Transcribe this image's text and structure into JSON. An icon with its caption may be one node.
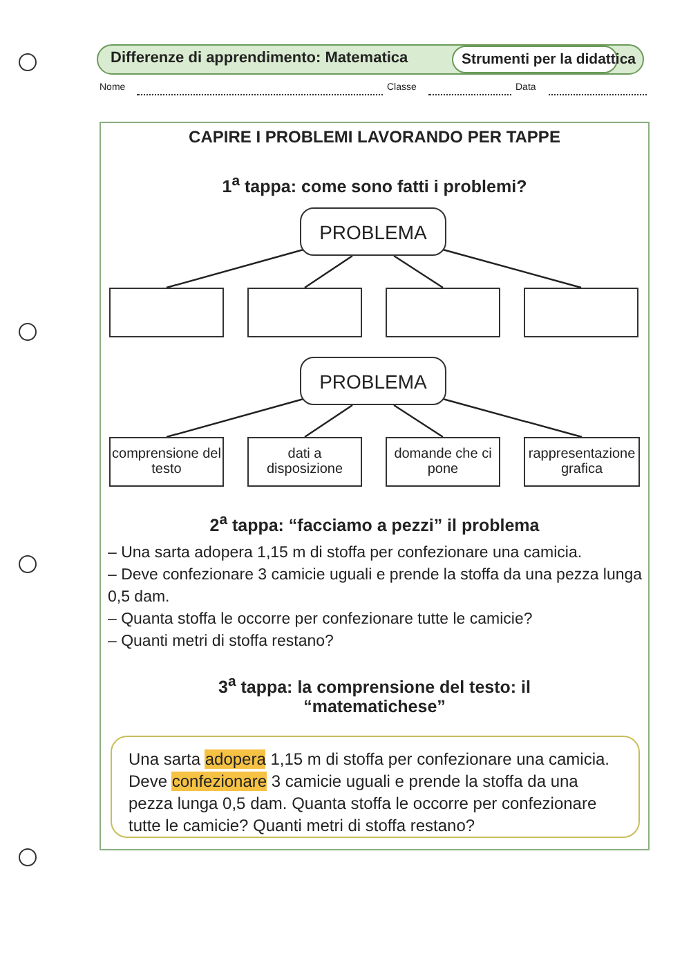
{
  "diagram": {
    "title": "CAPIRE I PROBLEMI LAVORANDO PER TAPPE",
    "nodes": [
      {
        "text": [
          "PROBLEMA"
        ]
      },
      {
        "text": [],
        "shape": "box"
      },
      {
        "text": [],
        "shape": "box"
      },
      {
        "text": [],
        "shape": "box"
      },
      {
        "text": [],
        "shape": "box"
      },
      {
        "text": [
          "PROBLEMA"
        ]
      },
      {
        "text": [
          "comprensione del testo"
        ]
      },
      {
        "text": [
          "dati a disposizione"
        ]
      },
      {
        "text": [
          "domande che ci pone"
        ]
      },
      {
        "text": [
          "rappresentazione grafica"
        ]
      },
      {
        "text": [
          "Una sarta **adopera** 1,15 m di stoffa per confezionare una camicia. Deve **confezionare** 3 camicie uguali e prende la stoffa da una pezza lunga 0,5 dam. Quanta stoffa le occorre per confezionare tutte le camicie? Quanti metri di stoffa restano?"
        ]
      }
    ],
    "edges": [
      {
        "from": 0,
        "to": 1,
        "arrow": "none"
      },
      {
        "from": 0,
        "to": 2,
        "arrow": "none"
      },
      {
        "from": 0,
        "to": 3,
        "arrow": "none"
      },
      {
        "from": 0,
        "to": 4,
        "arrow": "none"
      },
      {
        "from": 5,
        "to": 6,
        "arrow": "none"
      },
      {
        "from": 5,
        "to": 7,
        "arrow": "none"
      },
      {
        "from": 5,
        "to": 8,
        "arrow": "none"
      },
      {
        "from": 5,
        "to": 9,
        "arrow": "none"
      }
    ],
    "labels": [
      "Differenze di apprendimento: Matematica",
      "Strumenti per la didattica",
      "Nome",
      "Classe",
      "Data",
      "1$^{a}$ tappa: come sono fatti i problemi?",
      "2$^{a}$ tappa: “facciamo a pezzi” il problema",
      "– Una sarta adopera 1,15 m di stoffa per confezionare una camicia.",
      "– Deve confezionare 3 camicie uguali e prende la stoffa da una pezza lunga 0,5 dam.",
      "– Quanta stoffa le occorre per confezionare tutte le camicie?",
      "– Quanti metri di stoffa restano?",
      "3$^{a}$ tappa: la comprensione del testo: il “matematichese”"
    ]
  }
}
